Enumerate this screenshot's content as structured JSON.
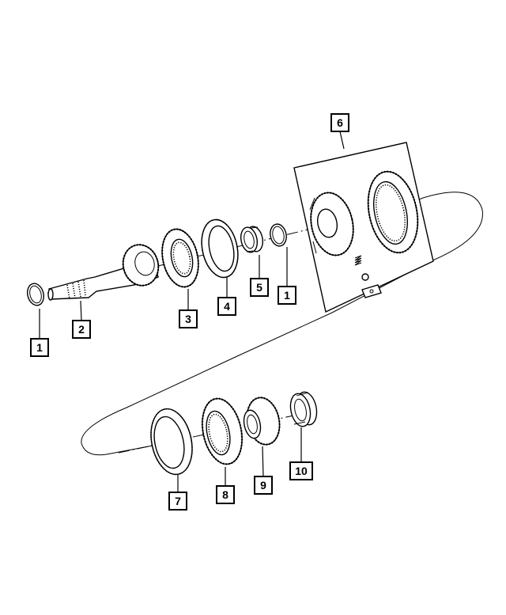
{
  "callouts": [
    {
      "id": "c1a",
      "label": "1"
    },
    {
      "id": "c2",
      "label": "2"
    },
    {
      "id": "c3",
      "label": "3"
    },
    {
      "id": "c4",
      "label": "4"
    },
    {
      "id": "c5",
      "label": "5"
    },
    {
      "id": "c1b",
      "label": "1"
    },
    {
      "id": "c6",
      "label": "6"
    },
    {
      "id": "c7",
      "label": "7"
    },
    {
      "id": "c8",
      "label": "8"
    },
    {
      "id": "c9",
      "label": "9"
    },
    {
      "id": "c10",
      "label": "10"
    }
  ]
}
